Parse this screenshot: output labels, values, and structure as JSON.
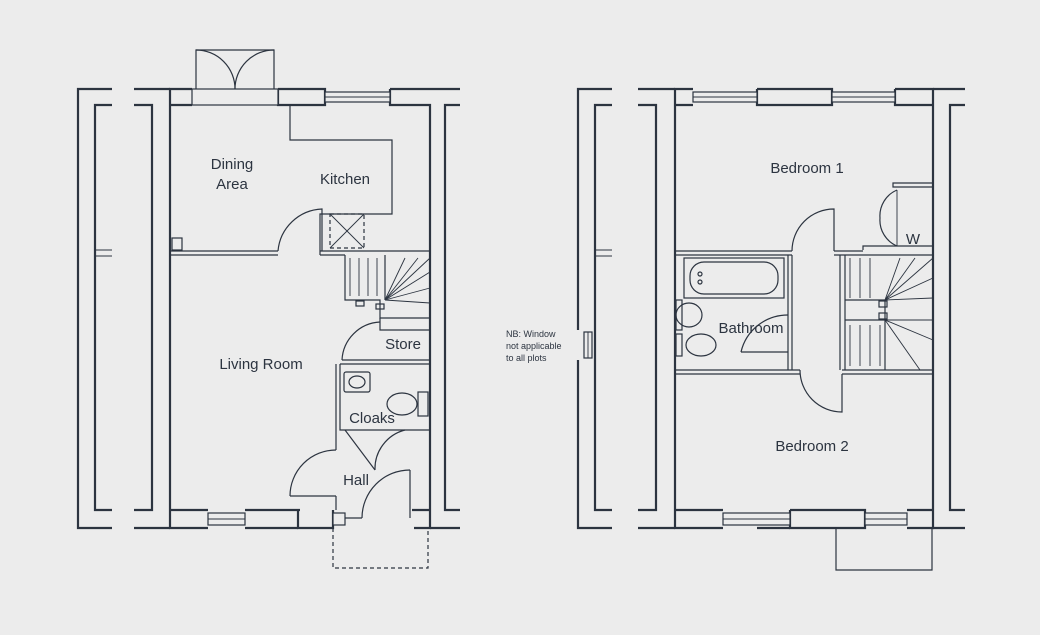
{
  "ground_floor": {
    "rooms": {
      "dining_1": "Dining",
      "dining_2": "Area",
      "kitchen": "Kitchen",
      "living_room": "Living Room",
      "store": "Store",
      "cloaks": "Cloaks",
      "hall": "Hall"
    }
  },
  "first_floor": {
    "rooms": {
      "bedroom_1": "Bedroom 1",
      "bedroom_2": "Bedroom 2",
      "bathroom": "Bathroom",
      "wardrobe": "W"
    }
  },
  "note": {
    "line_1": "NB: Window",
    "line_2": "not applicable",
    "line_3": "to all plots"
  },
  "colors": {
    "background": "#ececec",
    "line": "#2c3440"
  }
}
